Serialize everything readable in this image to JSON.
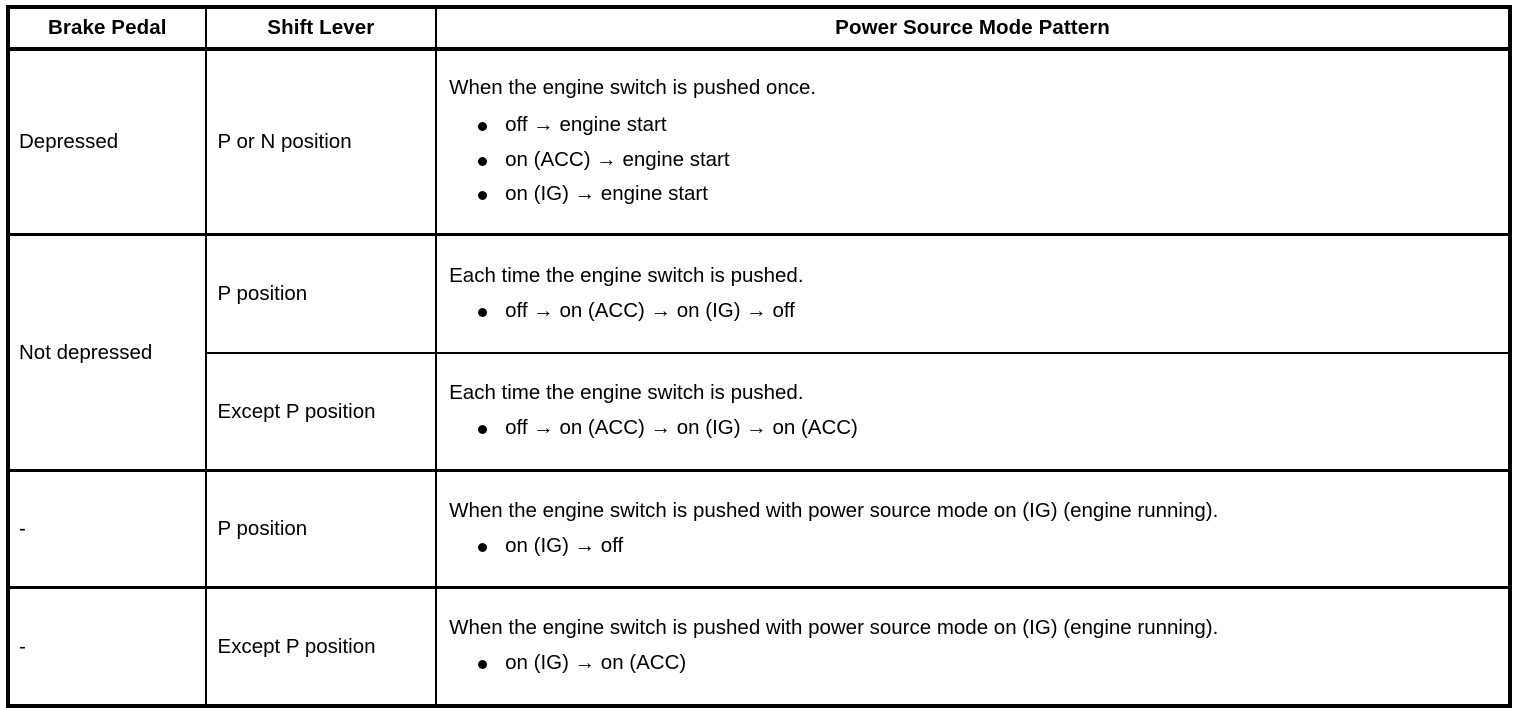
{
  "table": {
    "headers": {
      "brake_pedal": "Brake Pedal",
      "shift_lever": "Shift Lever",
      "power_source_mode_pattern": "Power Source Mode Pattern"
    },
    "rows": [
      {
        "brake_pedal": "Depressed",
        "shift_lever": "P or N position",
        "lead": "When the engine switch is pushed once.",
        "bullets": [
          "off → engine start",
          "on (ACC) → engine start",
          "on (IG) → engine start"
        ]
      },
      {
        "brake_pedal": "Not depressed",
        "shift_lever": "P position",
        "lead": "Each time the engine switch is pushed.",
        "bullets": [
          "off → on (ACC) → on (IG) → off"
        ]
      },
      {
        "brake_pedal": "",
        "shift_lever": "Except P position",
        "lead": "Each time the engine switch is pushed.",
        "bullets": [
          "off → on (ACC) → on (IG) → on (ACC)"
        ]
      },
      {
        "brake_pedal": "-",
        "shift_lever": "P position",
        "lead": "When the engine switch is pushed with power source mode on (IG) (engine running).",
        "bullets": [
          "on (IG) → off"
        ]
      },
      {
        "brake_pedal": "-",
        "shift_lever": "Except P position",
        "lead": "When the engine switch is pushed with power source mode on (IG) (engine running).",
        "bullets": [
          "on (IG) → on (ACC)"
        ]
      }
    ]
  },
  "style": {
    "border_color": "#000000",
    "background": "#ffffff",
    "text_color": "#000000"
  }
}
